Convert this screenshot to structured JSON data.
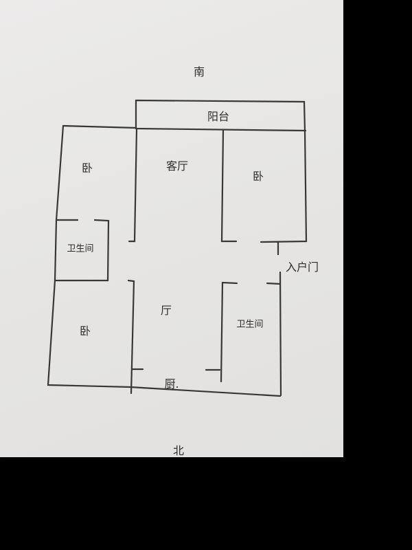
{
  "compass": {
    "south": "南",
    "north": "北"
  },
  "rooms": {
    "balcony": "阳台",
    "bedroom_top_left": "卧",
    "living_room": "客厅",
    "bedroom_right": "卧",
    "bathroom_left": "卫生间",
    "entrance_door": "入户门",
    "hall": "厅",
    "bedroom_bottom_left": "卧",
    "bathroom_right": "卫生间",
    "kitchen": "厨."
  }
}
